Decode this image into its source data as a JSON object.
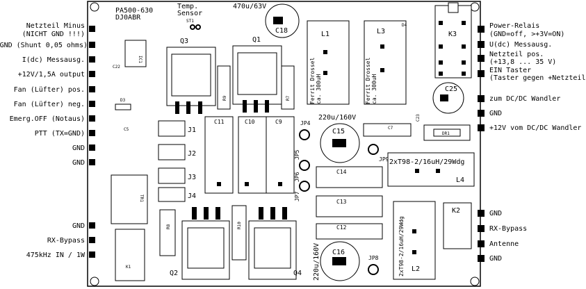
{
  "board": {
    "title_line1": "PA500-630",
    "title_line2": "DJ0ABR",
    "temp_sensor_line1": "Temp.",
    "temp_sensor_line2": "Sensor",
    "temp_sensor_ref": "ST1",
    "cap_top": "470u/63V"
  },
  "left_labels": [
    "Netzteil Minus",
    "(NICHT GND !!!)",
    "GND (Shunt 0,05 ohms)",
    "I(dc) Messausg.",
    "+12V/1,5A output",
    "Fan (Lüfter) pos.",
    "Fan (Lüfter) neg.",
    "Emerg.OFF (Notaus)",
    "PTT (TX=GND)",
    "GND",
    "GND",
    "GND",
    "RX-Bypass",
    "475kHz IN / 1W"
  ],
  "right_labels": [
    "Power-Relais",
    "(GND=off, >+3V=ON)",
    "U(dc) Messausg.",
    "Netzteil pos.",
    "(+13,8 ... 35 V)",
    "EIN Taster",
    "(Taster gegen +Netzteil)",
    "zum DC/DC Wandler",
    "GND",
    "+12V vom DC/DC Wandler",
    "GND",
    "RX-Bypass",
    "Antenne",
    "GND"
  ],
  "components": {
    "Q1": "Q1",
    "Q2": "Q2",
    "Q3": "Q3",
    "Q4": "Q4",
    "C18": "C18",
    "C25": "C25",
    "C15": "C15",
    "C16": "C16",
    "C11": "C11",
    "C10": "C10",
    "C9": "C9",
    "C7": "C7",
    "C14": "C14",
    "C13": "C13",
    "C12": "C12",
    "C23": "C23",
    "C22": "C22",
    "C5": "C5",
    "L1": "L1",
    "L2": "L2",
    "L3": "L3",
    "L4": "L4",
    "K1": "K1",
    "K2": "K2",
    "K3": "K3",
    "J1": "J1",
    "J2": "J2",
    "J3": "J3",
    "J4": "J4",
    "JP4": "JP4",
    "JP5": "JP5",
    "JP6": "JP6",
    "JP7": "JP7",
    "JP8": "JP8",
    "JP9": "JP9",
    "IC1": "IC1",
    "TR1": "TR1",
    "DR1": "DR1",
    "R8": "R8",
    "R9": "R9",
    "R7": "R7",
    "R10": "R10",
    "D3": "D3",
    "D4": "D4"
  },
  "inductor_text": {
    "L1_line1": "Ferrit Drossel",
    "L1_line2": "ca. 300uH",
    "L3_line1": "Ferrit Drossel",
    "L3_line2": "ca. 300uH",
    "L4": "2xT98-2/16uH/29Wdg",
    "L2": "2xT98-2/16uH/29Wdg"
  },
  "cap_values": {
    "C15": "220u/160V",
    "C16": "220u/160V"
  },
  "colors": {
    "ink": "#000000",
    "board": "#ffffff"
  }
}
